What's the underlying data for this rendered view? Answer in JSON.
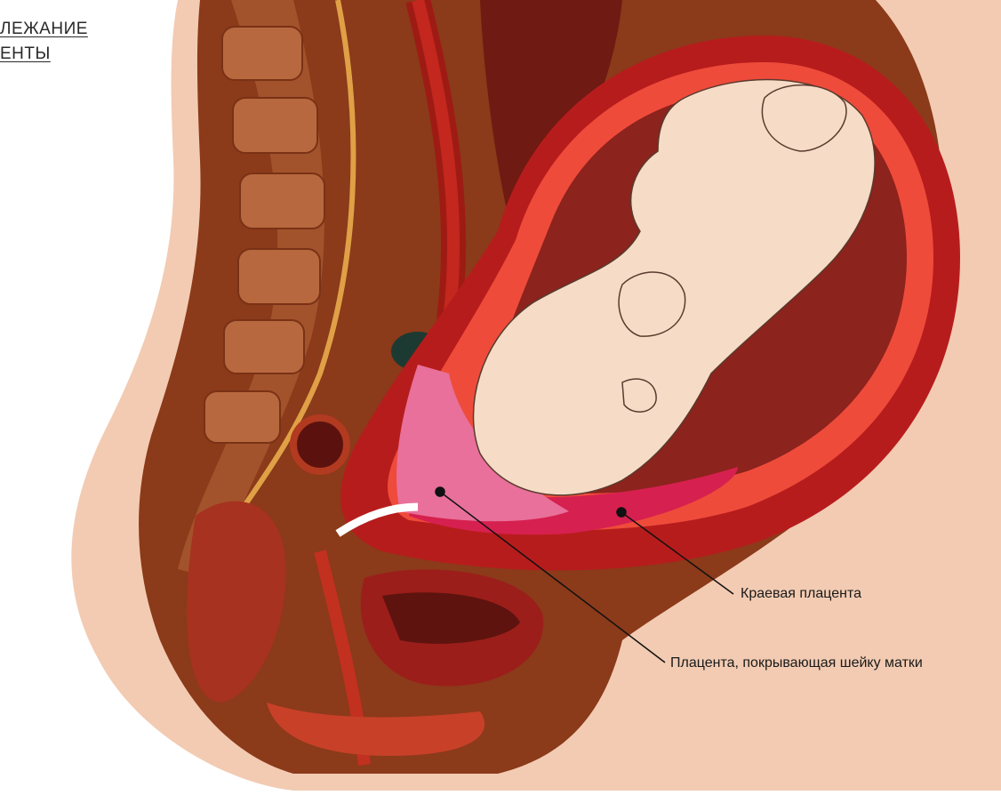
{
  "title": {
    "line1": "ЛЕЖАНИЕ",
    "line2": "ЕНТЫ"
  },
  "labels": {
    "marginal_placenta": "Краевая плацента",
    "covering_placenta": "Плацента, покрывающая шейку матки"
  },
  "colors": {
    "skin": "#f2cbb2",
    "body_outer": "#8b3a1a",
    "uterus_wall": "#b71c1c",
    "amniotic": "#ef4b3b",
    "placenta": "#e8709a",
    "fetus": "#f6dcc6",
    "spine": "#a2532c"
  },
  "icons": [
    "pointer-dot"
  ]
}
